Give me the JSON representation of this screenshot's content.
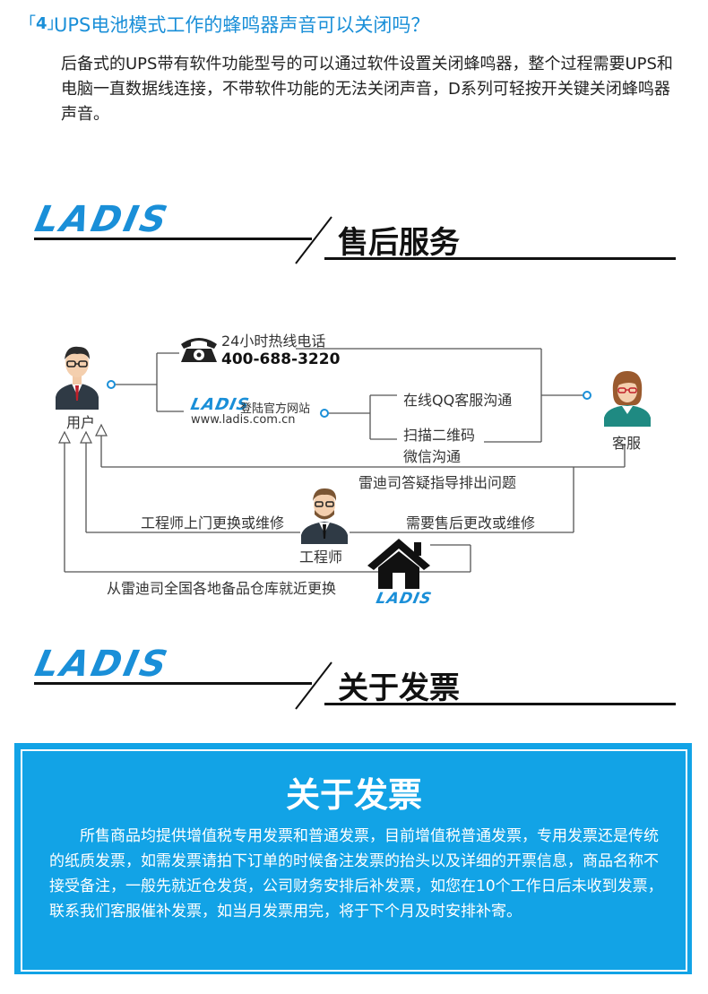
{
  "faq": {
    "number": "4",
    "question": "UPS电池模式工作的蜂鸣器声音可以关闭吗？",
    "answer": "后备式的UPS带有软件功能型号的可以通过软件设置关闭蜂鸣器，整个过程需要UPS和电脑一直数据线连接，不带软件功能的无法关闭声音，D系列可轻按开关键关闭蜂鸣器声音。"
  },
  "brand": {
    "logo_text": "LADIS",
    "color": "#1a8fd8"
  },
  "after_sales": {
    "title": "售后服务",
    "user_label": "用户",
    "hotline_label": "24小时热线电话",
    "hotline_number": "400-688-3220",
    "website_label": "登陆官方网站",
    "website_url": "www.ladis.com.cn",
    "qq_label": "在线QQ客服沟通",
    "scan_label": "扫描二维码",
    "wechat_label": "微信沟通",
    "service_label": "客服",
    "guide_label": "雷迪司答疑指导排出问题",
    "engineer_onsite_label": "工程师上门更换或维修",
    "need_repair_label": "需要售后更改或维修",
    "engineer_label": "工程师",
    "warehouse_label": "从雷迪司全国各地备品仓库就近更换"
  },
  "invoice": {
    "section_title": "关于发票",
    "box_title": "关于发票",
    "body": "所售商品均提供增值税专用发票和普通发票，目前增值税普通发票，专用发票还是传统的纸质发票，如需发票请拍下订单的时候备注发票的抬头以及详细的开票信息，商品名称不接受备注，一般先就近仓发货，公司财务安排后补发票，如您在10个工作日后未收到发票，联系我们客服催补发票，如当月发票用完，将于下个月及时安排补寄。"
  }
}
